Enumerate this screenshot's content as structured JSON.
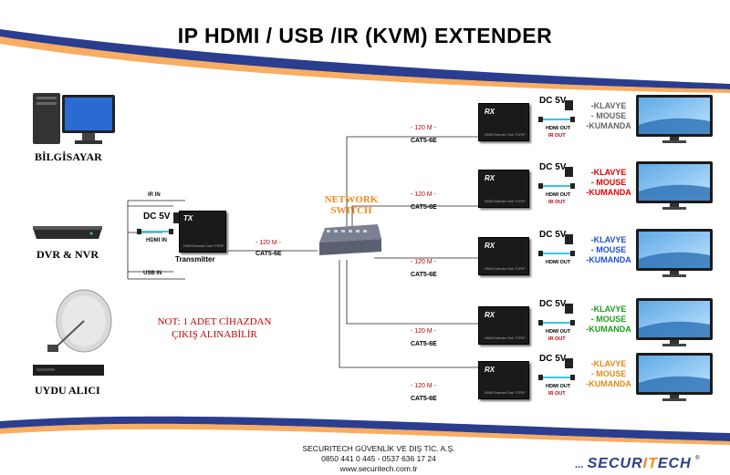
{
  "title": "IP HDMI / USB /IR  (KVM)  EXTENDER",
  "sources": {
    "computer": "BİLGİSAYAR",
    "dvr": "DVR & NVR",
    "satellite": "UYDU ALICI"
  },
  "transmitter": {
    "ir_in": "IR IN",
    "usb_in": "USB IN",
    "dc": "DC 5V",
    "hdmi_in": "HDMI IN",
    "tag": "TX",
    "sub": "HDMI Extender Over TCP/IP",
    "label": "Transmitter"
  },
  "trunk": {
    "distance": "- 120 M -",
    "cable": "CAT5-6E"
  },
  "switch_label": [
    "NETWORK",
    "SWITCH"
  ],
  "note": [
    "NOT: 1 ADET CİHAZDAN",
    "ÇIKIŞ ALINABİLİR"
  ],
  "receivers": [
    {
      "distance": "- 120 M -",
      "cable": "CAT5-6E",
      "tag": "RX",
      "sub": "HDMI Extender Over TCP/IP",
      "dc": "DC 5V",
      "hdmi_out": "HDMI OUT",
      "ir_out": "IR OUT",
      "kvm": [
        "-KLAVYE",
        "- MOUSE",
        "-KUMANDA"
      ],
      "color": "#666666"
    },
    {
      "distance": "- 120 M -",
      "cable": "CAT5-6E",
      "tag": "RX",
      "sub": "HDMI Extender Over TCP/IP",
      "dc": "DC 5V",
      "hdmi_out": "HDMI OUT",
      "ir_out": "IR OUT",
      "kvm": [
        "-KLAVYE",
        "- MOUSE",
        "-KUMANDA"
      ],
      "color": "#e60000"
    },
    {
      "distance": "- 120 M -",
      "cable": "CAT5-6E",
      "tag": "RX",
      "sub": "HDMI Extender Over TCP/IP",
      "dc": "DC 5V",
      "hdmi_out": "HDMI OUT",
      "ir_out": "",
      "kvm": [
        "-KLAVYE",
        "- MOUSE",
        "-KUMANDA"
      ],
      "color": "#1f4fd1"
    },
    {
      "distance": "- 120 M -",
      "cable": "CAT5-6E",
      "tag": "RX",
      "sub": "HDMI Extender Over TCP/IP",
      "dc": "DC 5V",
      "hdmi_out": "HDMI OUT",
      "ir_out": "IR OUT",
      "kvm": [
        "-KLAVYE",
        "- MOUSE",
        "-KUMANDA"
      ],
      "color": "#1a9e1a"
    },
    {
      "distance": "- 120 M -",
      "cable": "CAT5-6E",
      "tag": "RX",
      "sub": "HDMI Extender Over TCP/IP",
      "dc": "DC 5V",
      "hdmi_out": "HDMI OUT",
      "ir_out": "IR OUT",
      "kvm": [
        "-KLAVYE",
        "- MOUSE",
        "-KUMANDA"
      ],
      "color": "#e08a1a"
    }
  ],
  "footer": {
    "company": "SECURITECH GÜVENLİK VE DIŞ TİC. A.Ş.",
    "phones": "0850 441 0 445 - 0537 636 17 24",
    "web": "www.securitech.com.tr",
    "brand": "SECURITECH",
    "brand_prefix": "...",
    "brand_mark": "®"
  },
  "colors": {
    "accent_blue": "#2a3d8f",
    "accent_orange": "#f58a1f",
    "red": "#c00000"
  }
}
